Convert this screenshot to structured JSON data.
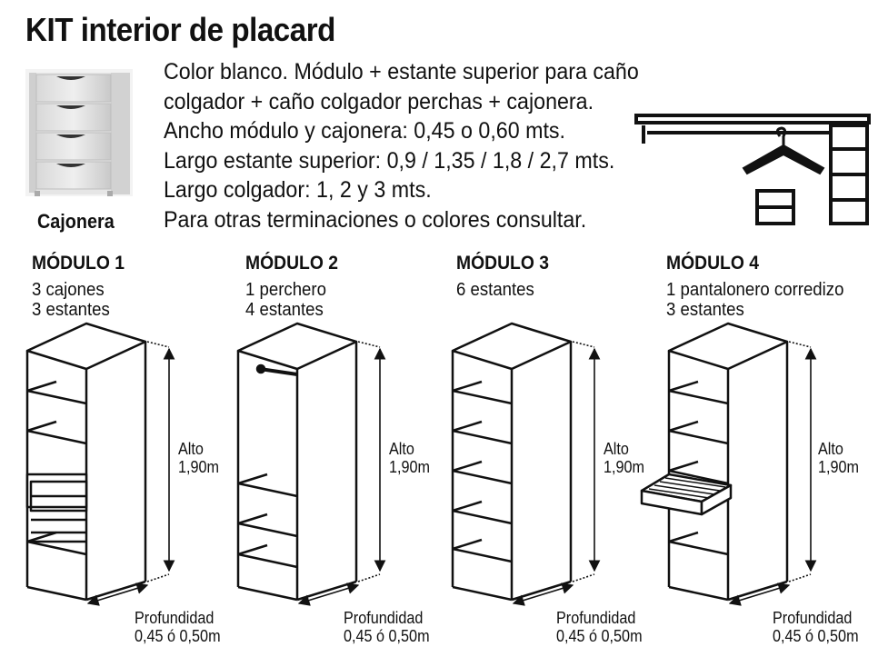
{
  "title": "KIT interior de placard",
  "description": [
    "Color blanco. Módulo + estante superior para caño",
    "colgador + caño colgador perchas + cajonera.",
    "Ancho módulo y cajonera: 0,45 o 0,60 mts.",
    "Largo estante superior: 0,9 / 1,35 / 1,8 / 2,7 mts.",
    "Largo colgador: 1, 2 y 3  mts.",
    "Para otras terminaciones o colores consultar."
  ],
  "cajonera_label": "Cajonera",
  "modules": [
    {
      "title": "MÓDULO 1",
      "lines": [
        "3 cajones",
        "3 estantes"
      ],
      "alto": [
        "Alto",
        "1,90m"
      ],
      "profundidad": [
        "Profundidad",
        "0,45 ó 0,50m"
      ]
    },
    {
      "title": "MÓDULO 2",
      "lines": [
        "1 perchero",
        "4 estantes"
      ],
      "alto": [
        "Alto",
        "1,90m"
      ],
      "profundidad": [
        "Profundidad",
        "0,45 ó 0,50m"
      ]
    },
    {
      "title": "MÓDULO 3",
      "lines": [
        "6 estantes"
      ],
      "alto": [
        "Alto",
        "1,90m"
      ],
      "profundidad": [
        "Profundidad",
        "0,45 ó 0,50m"
      ]
    },
    {
      "title": "MÓDULO 4",
      "lines": [
        "1 pantalonero corredizo",
        "3 estantes"
      ],
      "alto": [
        "Alto",
        "1,90m"
      ],
      "profundidad": [
        "Profundidad",
        "0,45 ó 0,50m"
      ]
    }
  ]
}
